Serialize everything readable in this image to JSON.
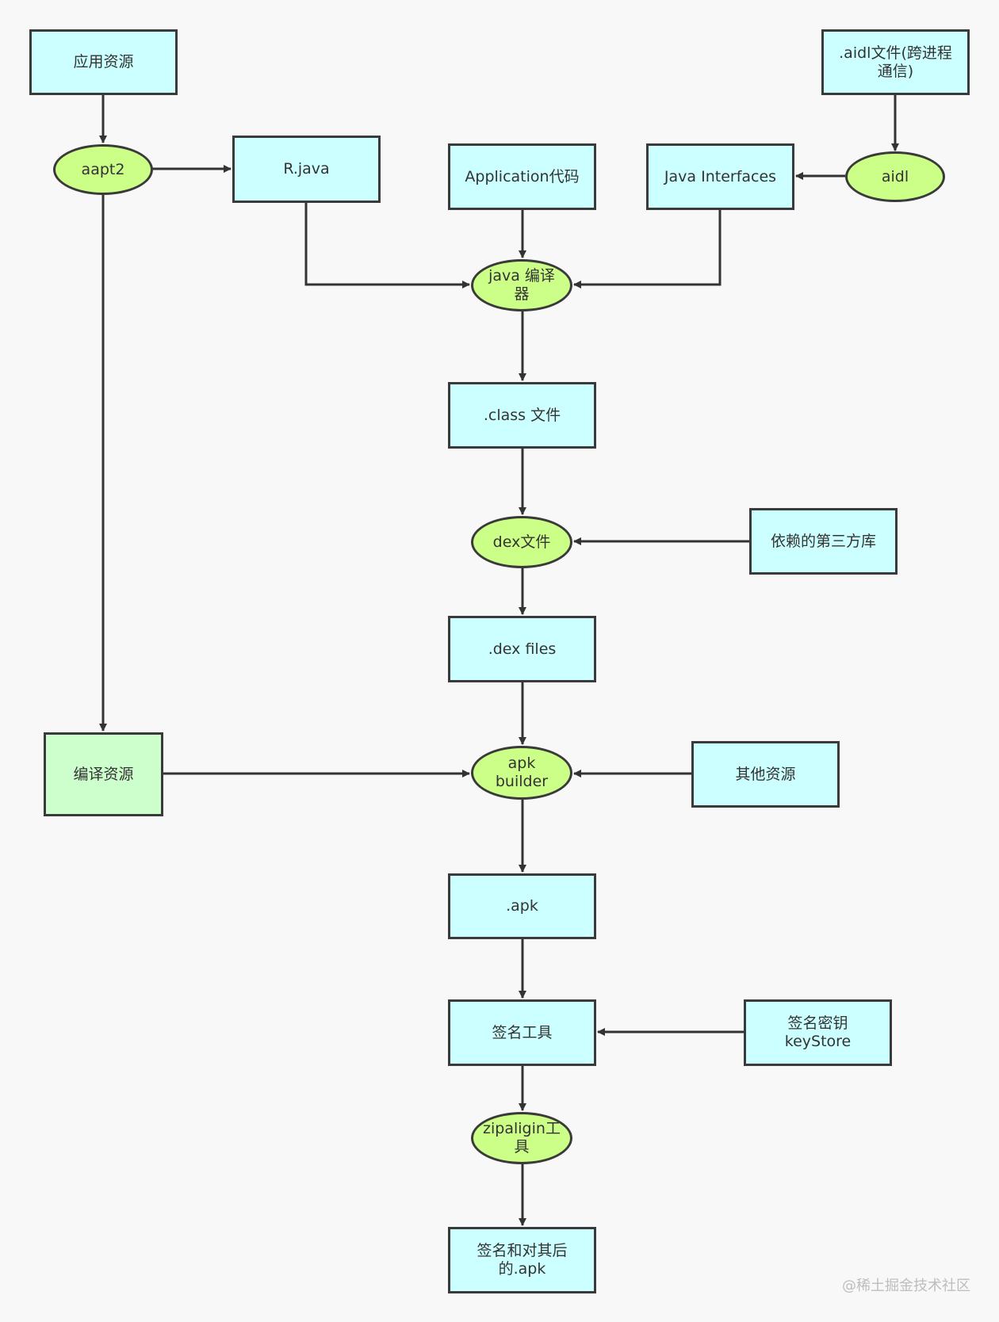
{
  "nodes": {
    "app_resources": "应用资源",
    "aidl_file": ".aidl文件(跨进程\n通信)",
    "aapt2": "aapt2",
    "r_java": "R.java",
    "application_code": "Application代码",
    "java_interfaces": "Java Interfaces",
    "aidl": "aidl",
    "java_compiler": "java 编译\n器",
    "class_files": ".class 文件",
    "dex_file": "dex文件",
    "third_party_libs": "依赖的第三方库",
    "dex_files": ".dex files",
    "compiled_resources": "编译资源",
    "apk_builder": "apk\nbuilder",
    "other_resources": "其他资源",
    "apk": ".apk",
    "sign_tool": "签名工具",
    "sign_key": "签名密钥\nkeyStore",
    "zipalign_tool": "zipaligin工\n具",
    "signed_aligned_apk": "签名和对其后\n的.apk"
  },
  "watermark": "@稀土掘金技术社区",
  "colors": {
    "rect_fill": "#ccffff",
    "compiled_rect_fill": "#ccffcc",
    "ellipse_fill": "#ccff88",
    "stroke": "#3a3a3a"
  }
}
